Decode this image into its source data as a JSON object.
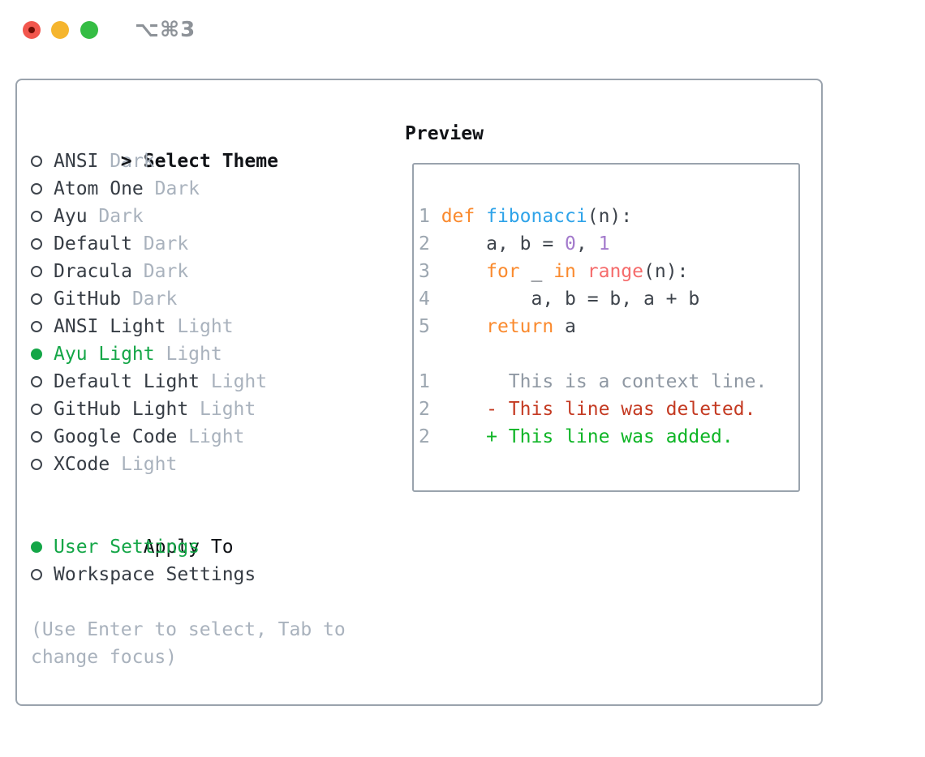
{
  "titlebar": {
    "shortcut": "⌥⌘3",
    "traffic_lights": [
      "close",
      "minimize",
      "zoom"
    ]
  },
  "theme_panel": {
    "header_prefix": ">",
    "header": "Select Theme",
    "themes": [
      {
        "name": "ANSI",
        "variant": "Dark",
        "selected": false
      },
      {
        "name": "Atom One",
        "variant": "Dark",
        "selected": false
      },
      {
        "name": "Ayu",
        "variant": "Dark",
        "selected": false
      },
      {
        "name": "Default",
        "variant": "Dark",
        "selected": false
      },
      {
        "name": "Dracula",
        "variant": "Dark",
        "selected": false
      },
      {
        "name": "GitHub",
        "variant": "Dark",
        "selected": false
      },
      {
        "name": "ANSI Light",
        "variant": "Light",
        "selected": false
      },
      {
        "name": "Ayu Light",
        "variant": "Light",
        "selected": true
      },
      {
        "name": "Default Light",
        "variant": "Light",
        "selected": false
      },
      {
        "name": "GitHub Light",
        "variant": "Light",
        "selected": false
      },
      {
        "name": "Google Code",
        "variant": "Light",
        "selected": false
      },
      {
        "name": "XCode",
        "variant": "Light",
        "selected": false
      }
    ],
    "apply_to": {
      "header": "Apply To",
      "options": [
        {
          "label": "User Settings",
          "selected": true
        },
        {
          "label": "Workspace Settings",
          "selected": false
        }
      ]
    },
    "hint_line1": "(Use Enter to select, Tab to",
    "hint_line2": "change focus)"
  },
  "preview": {
    "header": "Preview",
    "code_lines": [
      [
        [
          "ln",
          "1 "
        ],
        [
          "kw",
          "def "
        ],
        [
          "fn",
          "fibonacci"
        ],
        [
          "pl",
          "(n):"
        ]
      ],
      [
        [
          "ln",
          "2 "
        ],
        [
          "pl",
          "    a, b = "
        ],
        [
          "num",
          "0"
        ],
        [
          "pl",
          ", "
        ],
        [
          "num",
          "1"
        ]
      ],
      [
        [
          "ln",
          "3 "
        ],
        [
          "pl",
          "    "
        ],
        [
          "kw",
          "for"
        ],
        [
          "pl",
          " _ "
        ],
        [
          "kw",
          "in"
        ],
        [
          "pl",
          " "
        ],
        [
          "bi",
          "range"
        ],
        [
          "pl",
          "(n):"
        ]
      ],
      [
        [
          "ln",
          "4 "
        ],
        [
          "pl",
          "        a, b = b, a + b"
        ]
      ],
      [
        [
          "ln",
          "5 "
        ],
        [
          "pl",
          "    "
        ],
        [
          "kw",
          "return"
        ],
        [
          "pl",
          " a"
        ]
      ],
      [],
      [
        [
          "ln",
          "1       "
        ],
        [
          "ctx",
          "This is a context line."
        ]
      ],
      [
        [
          "ln",
          "2     "
        ],
        [
          "del",
          "- This line was deleted."
        ]
      ],
      [
        [
          "ln",
          "2     "
        ],
        [
          "add",
          "+ This line was added."
        ]
      ]
    ]
  },
  "colors": {
    "accent_green": "#14a647",
    "added_green": "#0fb526",
    "deleted_red": "#c43a22",
    "keyword_orange": "#fa8a2e",
    "function_blue": "#2ea3e9",
    "number_purple": "#a37acc",
    "builtin_coral": "#f56b6b",
    "code_default": "#3e444c",
    "context_gray": "#8f98a3",
    "line_number_gray": "#9ca6b0",
    "muted_gray": "#a9b2bd",
    "border_gray": "#9aa3ad",
    "traffic_red": "#f2564d",
    "traffic_yellow": "#f5b52e",
    "traffic_green": "#35bd44"
  }
}
